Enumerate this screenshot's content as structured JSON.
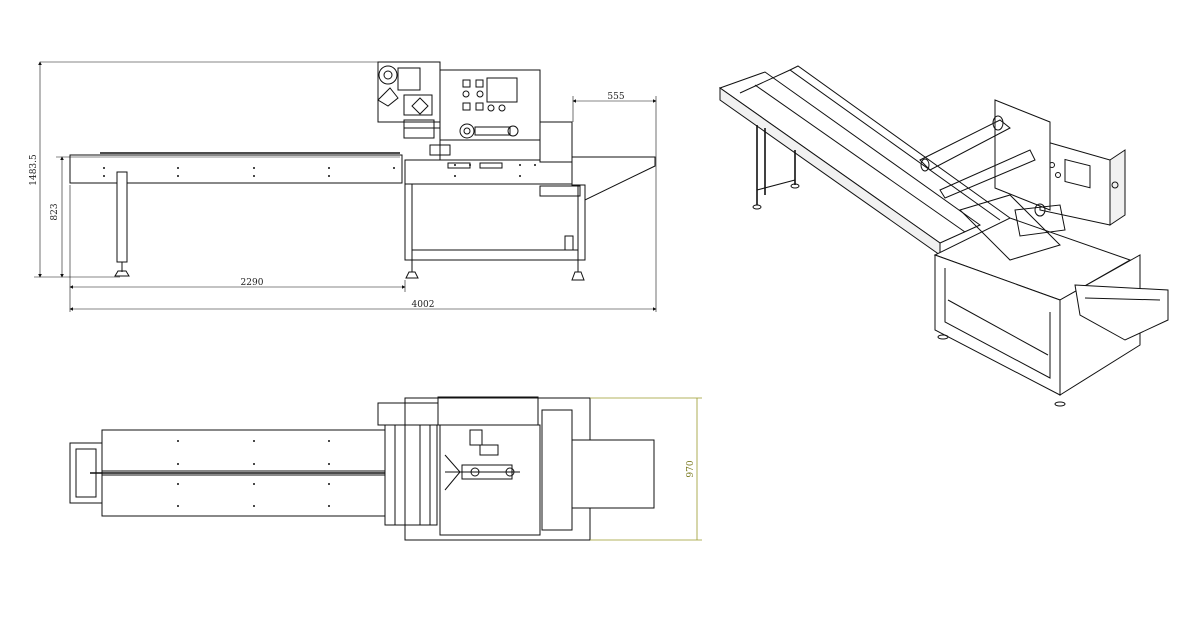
{
  "dimensions": {
    "overall_height": "1483.5",
    "table_height": "823",
    "outfeed_length": "555",
    "infeed_length": "2290",
    "overall_length": "4002",
    "width": "970"
  },
  "colors": {
    "line": "#111111",
    "dimension_yellow": "#9a9a2a",
    "background": "#ffffff"
  }
}
